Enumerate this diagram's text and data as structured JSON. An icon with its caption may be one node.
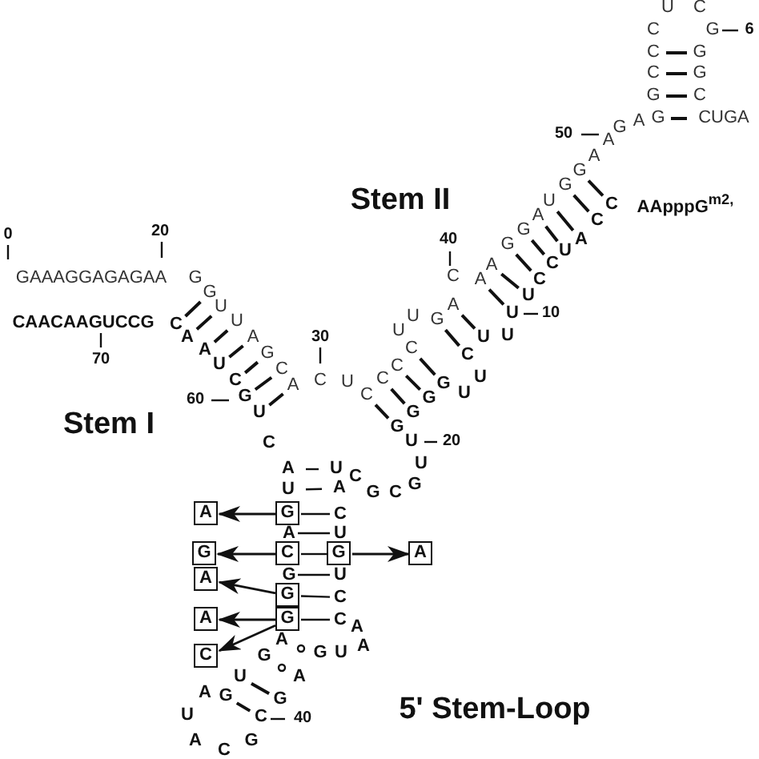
{
  "diagram": {
    "nodes": [
      {
        "text": [
          "A"
        ]
      },
      {
        "text": [
          "G"
        ]
      },
      {
        "text": [
          "C"
        ]
      },
      {
        "text": [
          "G"
        ]
      },
      {
        "text": [
          "C"
        ]
      },
      {
        "text": [
          "G"
        ]
      },
      {
        "text": [
          "A"
        ]
      },
      {
        "text": [
          "A"
        ]
      },
      {
        "text": [
          "G"
        ]
      },
      {
        "text": [
          "C"
        ]
      },
      {
        "text": [
          "A"
        ]
      },
      {
        "text": [
          "G"
        ]
      },
      {
        "text": [
          "C"
        ]
      },
      {
        "text": [
          "C"
        ]
      },
      {
        "text": [
          "A"
        ]
      },
      {
        "text": [
          "U"
        ]
      },
      {
        "text": [
          "G"
        ]
      },
      {
        "text": [
          "U"
        ]
      }
    ],
    "edges": [
      {
        "from": 1,
        "to": 0,
        "arrow": "to"
      },
      {
        "from": 1,
        "to": 2,
        "arrow": "none"
      },
      {
        "from": 4,
        "to": 3,
        "arrow": "to"
      },
      {
        "from": 4,
        "to": 5,
        "arrow": "none"
      },
      {
        "from": 5,
        "to": 6,
        "arrow": "to"
      },
      {
        "from": 8,
        "to": 7,
        "arrow": "to"
      },
      {
        "from": 8,
        "to": 9,
        "arrow": "none"
      },
      {
        "from": 11,
        "to": 10,
        "arrow": "to"
      },
      {
        "from": 11,
        "to": 12,
        "arrow": "none"
      },
      {
        "from": 11,
        "to": 13,
        "arrow": "to"
      },
      {
        "from": 14,
        "to": 15,
        "arrow": "none"
      },
      {
        "from": 16,
        "to": 17,
        "arrow": "none"
      }
    ],
    "labels": [
      "U",
      "C",
      "C",
      "G",
      "6",
      "C",
      "G",
      "C",
      "G",
      "G",
      "C",
      "G",
      "CUGA",
      "50",
      "G",
      "A",
      "A",
      "A",
      "G",
      "G",
      "U",
      "Stem II",
      "C",
      "AApppG$^{m2,}$",
      "A",
      "C",
      "G",
      "0",
      "20",
      "A",
      "40",
      "G",
      "U",
      "C",
      "A",
      "GAAAGGAGAGAA",
      "G",
      "C",
      "A",
      "C",
      "G",
      "U",
      "A",
      "U",
      "U",
      "G",
      "U",
      "10",
      "U",
      "CAACAAGUCCG",
      "C",
      "U",
      "U",
      "U",
      "A",
      "30",
      "A",
      "C",
      "A",
      "G",
      "C",
      "70",
      "U",
      "C",
      "C",
      "U",
      "C",
      "U",
      "C",
      "C",
      "G",
      "A",
      "U",
      "C",
      "60",
      "G",
      "G",
      "U",
      "G",
      "Stem I",
      "G",
      "C",
      "U",
      "20",
      "U",
      "A",
      "U",
      "C",
      "G",
      "U",
      "A",
      "G",
      "C",
      "A",
      "A",
      "A",
      "G",
      "U",
      "G",
      "A",
      "U",
      "A",
      "G",
      "G",
      "5' Stem-Loop",
      "U",
      "C",
      "40",
      "A",
      "G",
      "C"
    ]
  }
}
